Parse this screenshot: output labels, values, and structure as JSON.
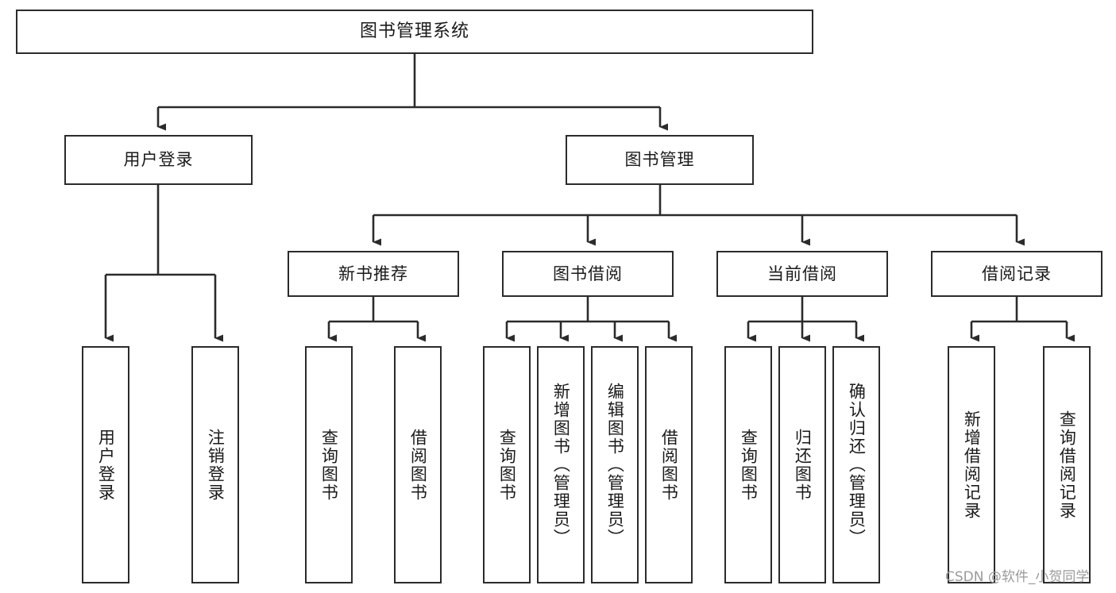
{
  "diagram": {
    "type": "tree",
    "title": "图书管理系统",
    "orientation": "top-down",
    "colors": {
      "box_border": "#2b2b2b",
      "box_fill": "#ffffff",
      "connector": "#2b2b2b",
      "text": "#1a1a1a",
      "watermark": "#9a9a9a",
      "background": "#ffffff"
    },
    "root": {
      "id": "root",
      "label": "图书管理系统"
    },
    "level2": [
      {
        "id": "user-login",
        "label": "用户登录"
      },
      {
        "id": "book-manage",
        "label": "图书管理"
      }
    ],
    "level3": [
      {
        "id": "new-book-recommend",
        "label": "新书推荐",
        "parent": "book-manage"
      },
      {
        "id": "book-borrow",
        "label": "图书借阅",
        "parent": "book-manage"
      },
      {
        "id": "current-borrow",
        "label": "当前借阅",
        "parent": "book-manage"
      },
      {
        "id": "borrow-record",
        "label": "借阅记录",
        "parent": "book-manage"
      }
    ],
    "leaves": {
      "user_login": [
        {
          "id": "leaf-user-login",
          "label": "用户登录"
        },
        {
          "id": "leaf-logout-login",
          "label": "注销登录"
        }
      ],
      "new_book_recommend": [
        {
          "id": "leaf-query-book-1",
          "label": "查询图书"
        },
        {
          "id": "leaf-borrow-book-1",
          "label": "借阅图书"
        }
      ],
      "book_borrow": [
        {
          "id": "leaf-query-book-2",
          "label": "查询图书"
        },
        {
          "id": "leaf-add-book",
          "label": "新增图书（管理员）"
        },
        {
          "id": "leaf-edit-book",
          "label": "编辑图书（管理员）"
        },
        {
          "id": "leaf-borrow-book-2",
          "label": "借阅图书"
        }
      ],
      "current_borrow": [
        {
          "id": "leaf-query-book-3",
          "label": "查询图书"
        },
        {
          "id": "leaf-return-book",
          "label": "归还图书"
        },
        {
          "id": "leaf-confirm-return",
          "label": "确认归还（管理员）"
        }
      ],
      "borrow_record": [
        {
          "id": "leaf-add-borrow-record",
          "label": "新增借阅记录"
        },
        {
          "id": "leaf-query-borrow-record",
          "label": "查询借阅记录"
        }
      ]
    }
  },
  "watermark": {
    "text": "CSDN @软件_小贺同学"
  }
}
